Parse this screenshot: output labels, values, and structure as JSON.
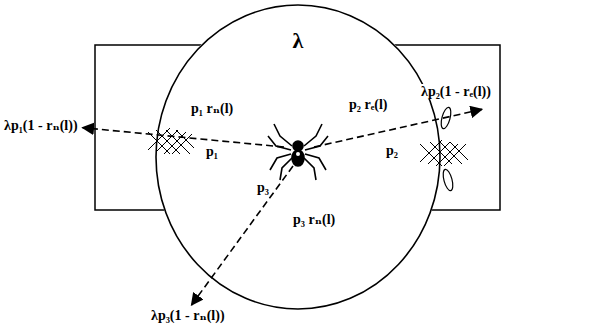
{
  "diagram": {
    "nodes": [
      {
        "text": [
          "λ"
        ]
      }
    ],
    "labels": [
      "λp₁(1 - rₙ(l))",
      "p₁ rₙ(l)",
      "p₁",
      "p₂ rₑ(l)",
      "p₂",
      "λp₂(1 - rₑ(l))",
      "p₃",
      "p₃ rₙ(l)",
      "λp₃(1 - rₙ(l))"
    ]
  }
}
